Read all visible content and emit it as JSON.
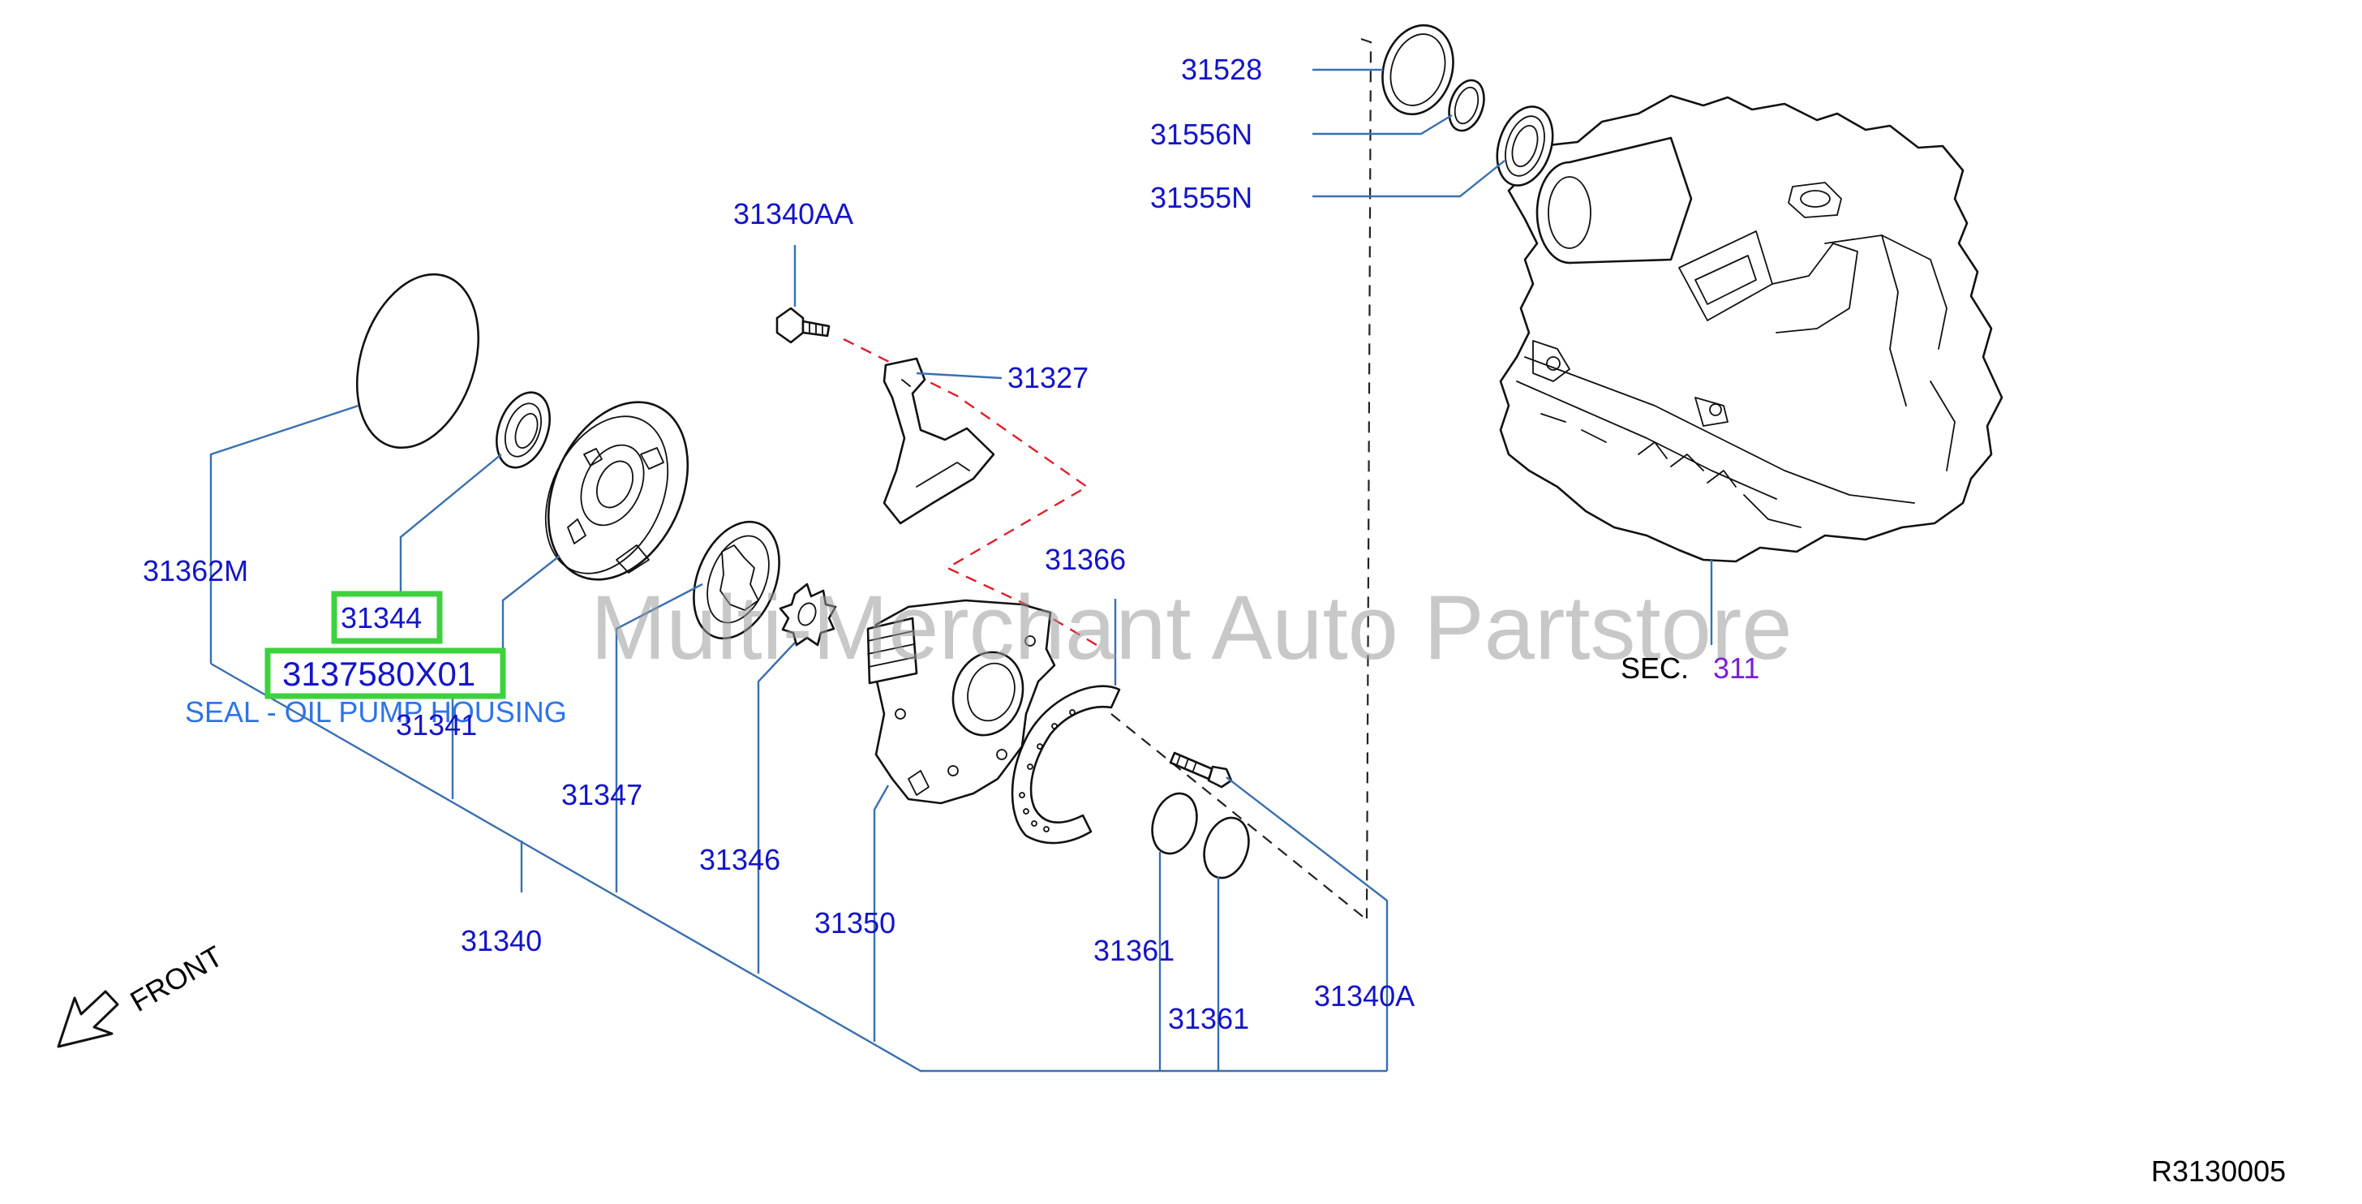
{
  "watermark": "Multi-Merchant Auto Partstore",
  "diagram_code": "R3130005",
  "front_label": "FRONT",
  "section_ref": {
    "prefix": "SEC.",
    "number": "311"
  },
  "highlight": {
    "part_number": "31344",
    "alt_part_number": "3137580X01",
    "description": "SEAL - OIL PUMP HOUSING",
    "box_color": "#3ed13e"
  },
  "callouts": {
    "p31528": "31528",
    "p31556N": "31556N",
    "p31555N": "31555N",
    "p31340AA": "31340AA",
    "p31327": "31327",
    "p31362M": "31362M",
    "p31341": "31341",
    "p31366": "31366",
    "p31347": "31347",
    "p31346": "31346",
    "p31350": "31350",
    "p31340": "31340",
    "p31361a": "31361",
    "p31361b": "31361",
    "p31340A": "31340A"
  },
  "colors": {
    "callout": "#1414c8",
    "leader": "#3a6fb0",
    "description": "#2e74e6",
    "section_number": "#7a1fd6",
    "dashed_path": "#e0202a"
  }
}
